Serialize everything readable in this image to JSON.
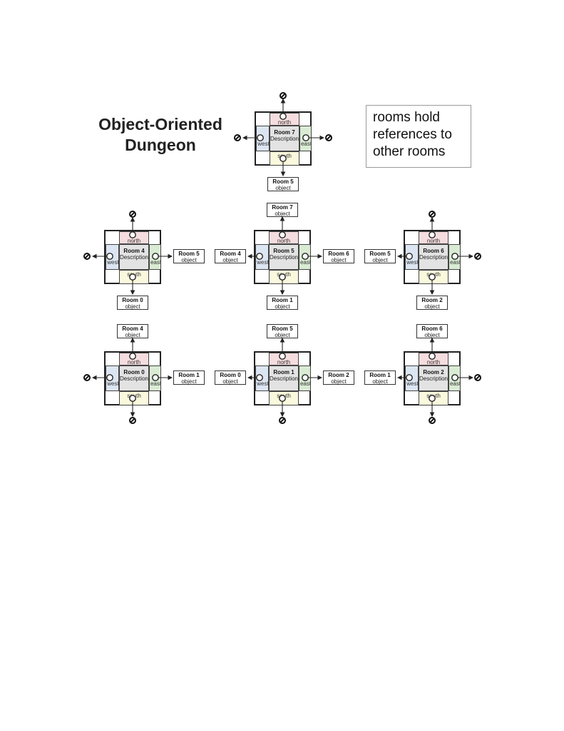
{
  "title": {
    "line1": "Object-Oriented",
    "line2": "Dungeon"
  },
  "note": {
    "lines": [
      "rooms hold",
      "references to",
      "other rooms"
    ]
  },
  "labels": {
    "north": "north",
    "south": "south",
    "west": "west",
    "east": "east",
    "description": "Description",
    "object": "object"
  },
  "rooms": [
    {
      "name": "Room 7",
      "north": null,
      "south": "Room 5",
      "west": null,
      "east": null
    },
    {
      "name": "Room 4",
      "north": null,
      "south": "Room 0",
      "west": null,
      "east": "Room 5"
    },
    {
      "name": "Room 5",
      "north": "Room 7",
      "south": "Room 1",
      "west": "Room 4",
      "east": "Room 6"
    },
    {
      "name": "Room 6",
      "north": null,
      "south": "Room 2",
      "west": "Room 5",
      "east": null
    },
    {
      "name": "Room 0",
      "north": "Room 4",
      "south": null,
      "west": null,
      "east": "Room 1"
    },
    {
      "name": "Room 1",
      "north": "Room 5",
      "south": null,
      "west": "Room 0",
      "east": "Room 2"
    },
    {
      "name": "Room 2",
      "north": "Room 6",
      "south": null,
      "west": "Room 1",
      "east": null
    }
  ]
}
